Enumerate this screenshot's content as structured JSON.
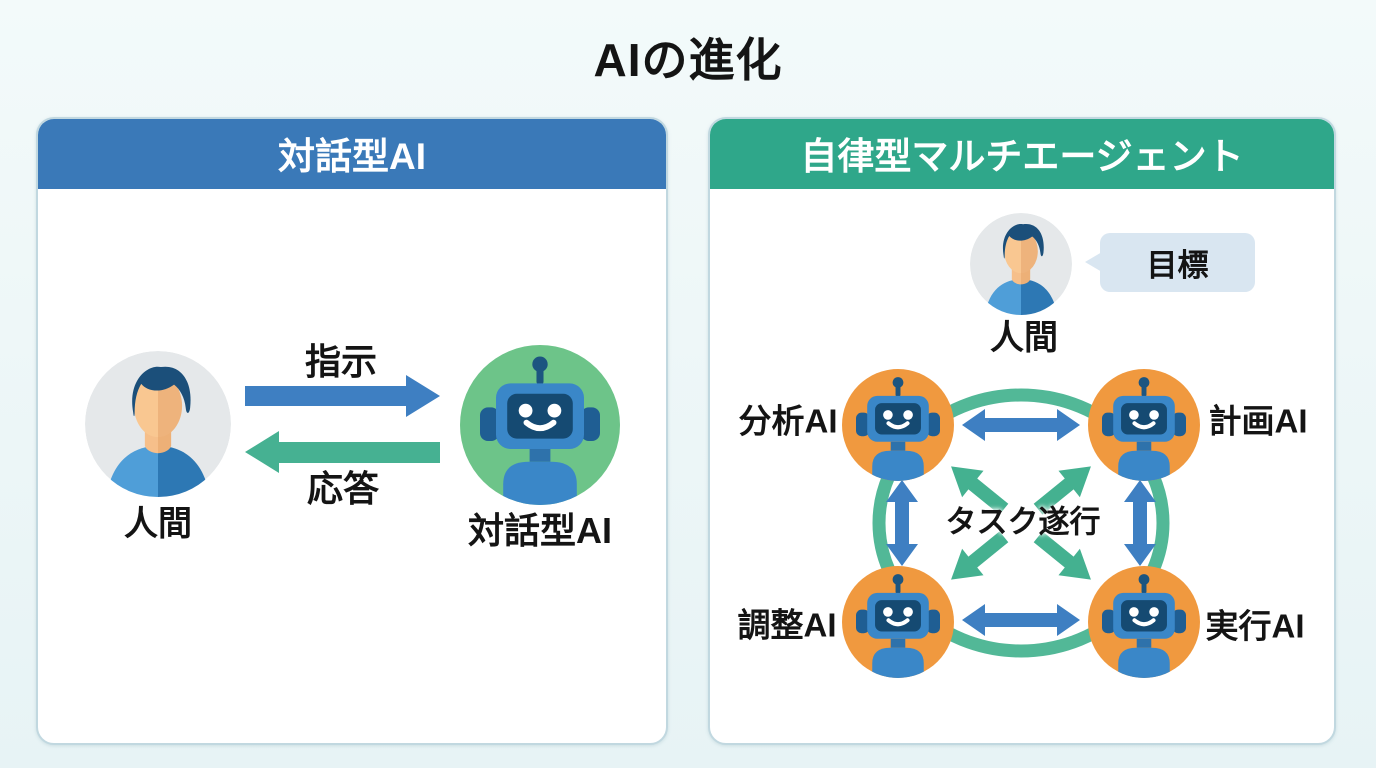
{
  "title": "AIの進化",
  "left_panel": {
    "header": "対話型AI",
    "human_label": "人間",
    "instruction_arrow_label": "指示",
    "response_arrow_label": "応答",
    "robot_label": "対話型AI"
  },
  "right_panel": {
    "header": "自律型マルチエージェント",
    "human_label": "人間",
    "goal_bubble_label": "目標",
    "task_center_label": "タスク遂行",
    "agents": [
      {
        "id": "analysis",
        "label": "分析AI"
      },
      {
        "id": "planning",
        "label": "計画AI"
      },
      {
        "id": "coordination",
        "label": "調整AI"
      },
      {
        "id": "execution",
        "label": "実行AI"
      }
    ]
  },
  "colors": {
    "background": "#ecf6f6",
    "left_header_blue": "#3a79b8",
    "right_header_teal": "#2fa78a",
    "blue_arrow": "#3e7fc2",
    "green_arrow": "#46b192",
    "network_ring_green": "#52b897",
    "agent_circle_orange": "#f0993f",
    "robot_circle_green": "#6dc489",
    "speech_bubble": "#d9e6f1",
    "text": "#141414"
  }
}
